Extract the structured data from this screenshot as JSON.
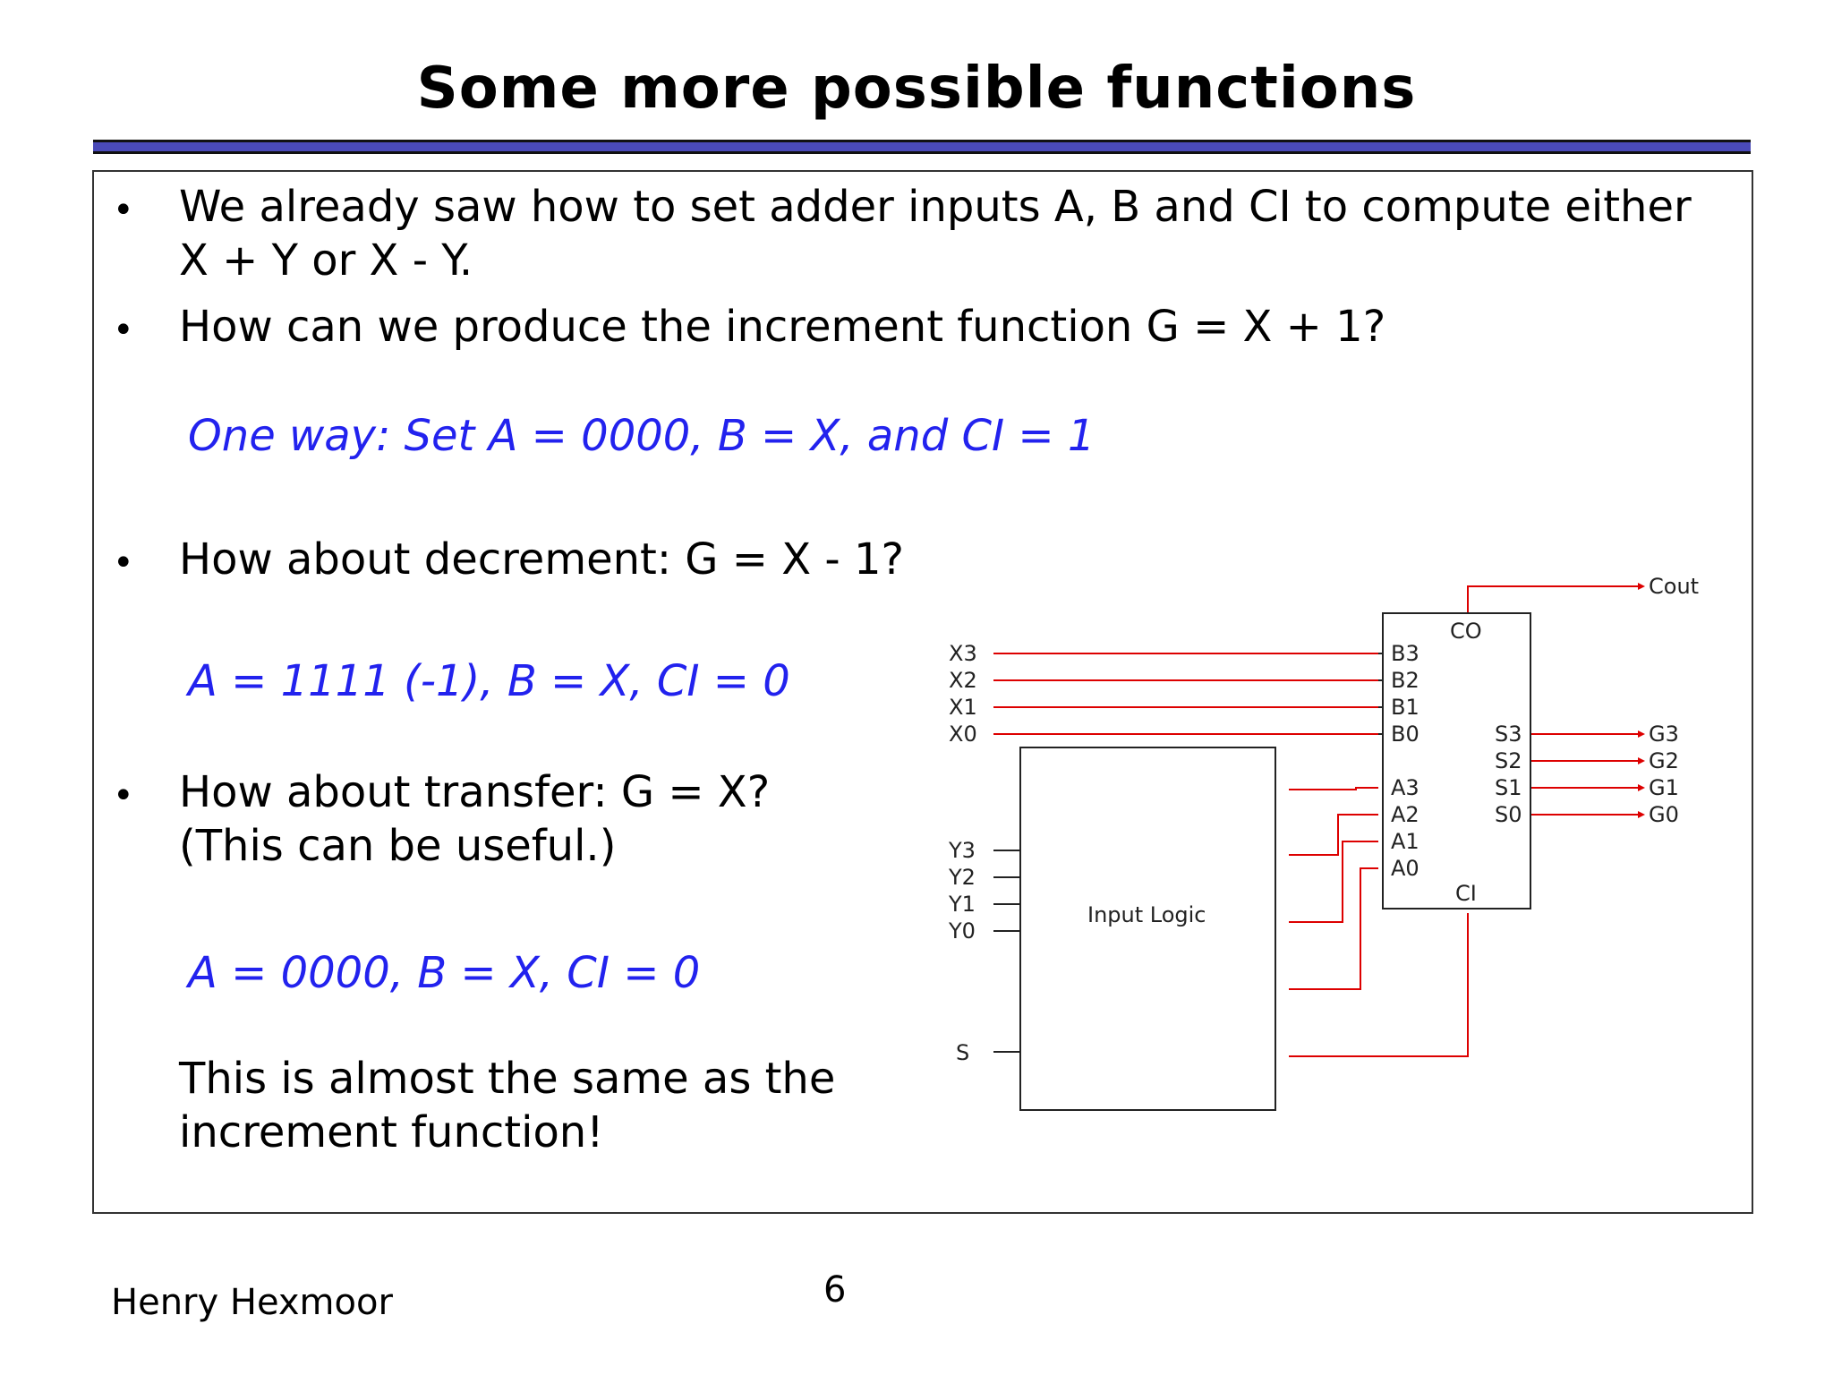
{
  "title": "Some more possible functions",
  "bullets": [
    {
      "line1": "We already saw how to set adder inputs A, B and CI to compute either",
      "line2": "X + Y or X - Y."
    },
    {
      "line1": "How can we produce the increment function G = X + 1?"
    },
    {
      "line1": "How about decrement: G = X - 1?"
    },
    {
      "line1": "How about transfer: G = X?",
      "line2": "(This can be useful.)"
    }
  ],
  "bullet_symbol": "•",
  "answers": {
    "increment": "One way: Set A = 0000, B = X, and CI = 1",
    "decrement": "A = 1111 (-1), B = X,  CI = 0",
    "transfer": "A = 0000, B = X,  CI = 0"
  },
  "note": {
    "line1": "This is almost the same as the",
    "line2": "increment function!"
  },
  "footer": {
    "author": "Henry Hexmoor",
    "page": "6"
  },
  "diagram": {
    "x_inputs": [
      "X3",
      "X2",
      "X1",
      "X0"
    ],
    "y_inputs": [
      "Y3",
      "Y2",
      "Y1",
      "Y0"
    ],
    "s_input": "S",
    "logic_block": "Input Logic",
    "adder_b_pins": [
      "B3",
      "B2",
      "B1",
      "B0"
    ],
    "adder_a_pins": [
      "A3",
      "A2",
      "A1",
      "A0"
    ],
    "adder_s_pins": [
      "S3",
      "S2",
      "S1",
      "S0"
    ],
    "carry_out_pin": "CO",
    "carry_in_pin": "CI",
    "outputs": [
      "G3",
      "G2",
      "G1",
      "G0"
    ],
    "carry_out": "Cout",
    "wire_color": "#dd0000"
  }
}
